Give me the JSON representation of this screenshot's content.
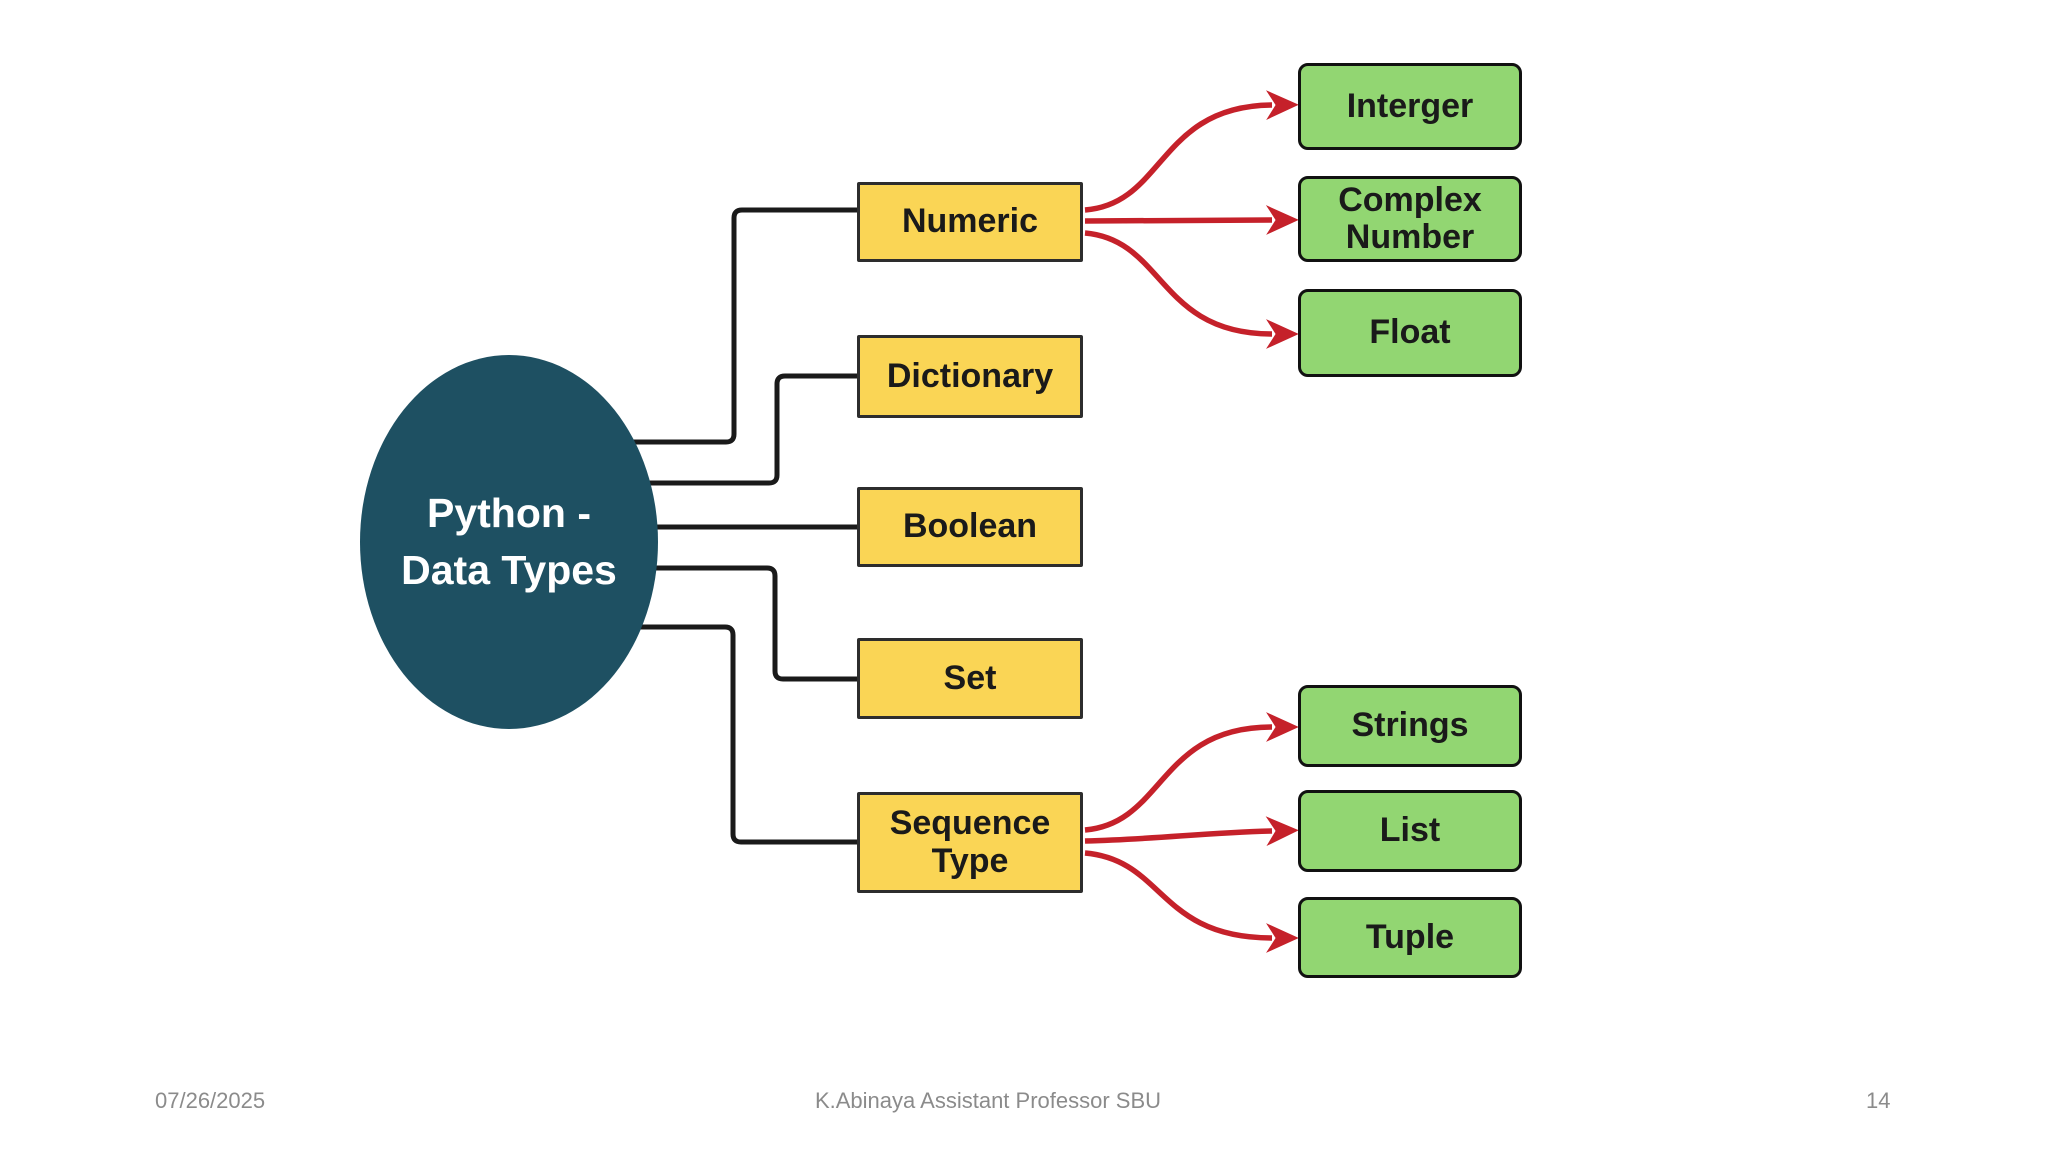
{
  "slide": {
    "background": "#ffffff",
    "footer": {
      "date": "07/26/2025",
      "credit": "K.Abinaya Assistant Professor SBU",
      "page_number": "14"
    }
  },
  "diagram": {
    "root": {
      "label_line1": "Python -",
      "label_line2": "Data Types",
      "fill": "#1E5062",
      "text_color": "#ffffff"
    },
    "categories": [
      {
        "id": "numeric",
        "label": "Numeric"
      },
      {
        "id": "dictionary",
        "label": "Dictionary"
      },
      {
        "id": "boolean",
        "label": "Boolean"
      },
      {
        "id": "set",
        "label": "Set"
      },
      {
        "id": "sequence-type",
        "label": "Sequence Type"
      }
    ],
    "numeric_subtypes": [
      {
        "id": "interger",
        "label": "Interger"
      },
      {
        "id": "complex-number",
        "label": "Complex Number"
      },
      {
        "id": "float",
        "label": "Float"
      }
    ],
    "sequence_subtypes": [
      {
        "id": "strings",
        "label": "Strings"
      },
      {
        "id": "list",
        "label": "List"
      },
      {
        "id": "tuple",
        "label": "Tuple"
      }
    ],
    "colors": {
      "category_fill": "#FAD555",
      "subtype_fill": "#92D672",
      "connector_line": "#1a1a1a",
      "arrow": "#C5212A",
      "category_border": "#2d2d2d",
      "subtype_border": "#111111"
    }
  }
}
